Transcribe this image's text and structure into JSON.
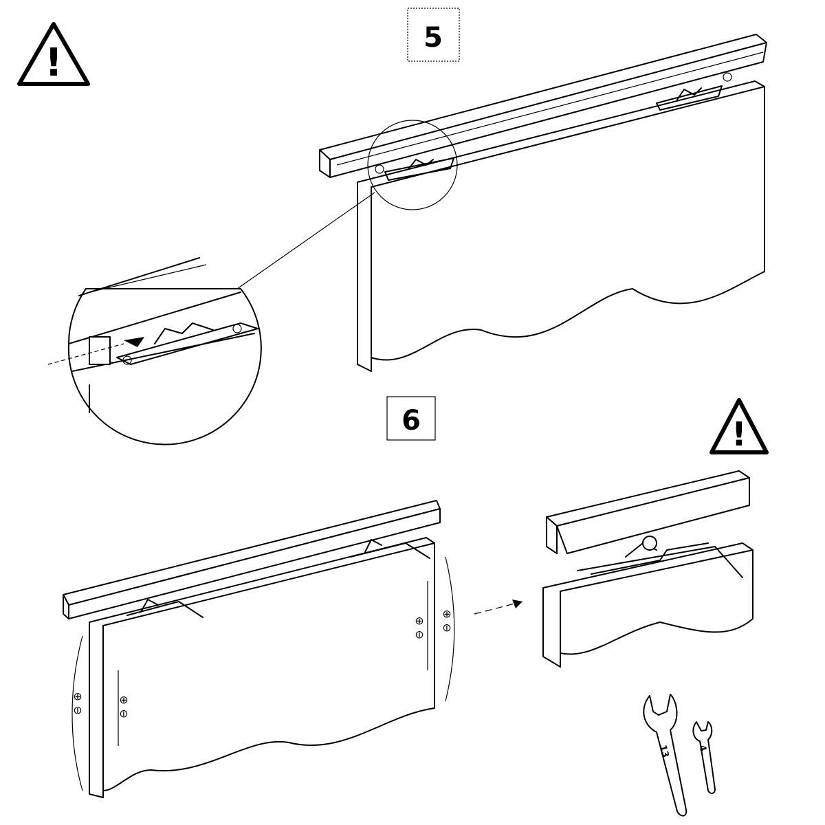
{
  "steps": {
    "step5": "5",
    "step6": "6"
  },
  "warnings": {
    "symbol": "!"
  },
  "adjust_symbols": {
    "minus": "⊖",
    "plus": "⊕"
  },
  "wrenches": {
    "large": "13",
    "small": "4"
  }
}
